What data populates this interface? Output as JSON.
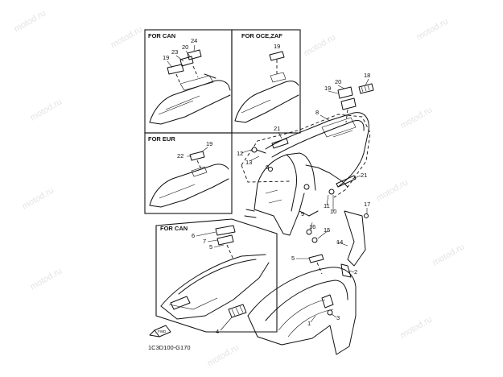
{
  "watermark": "motod.ru",
  "panels": {
    "can_top": "FOR CAN",
    "oce_zaf": "FOR OCE,ZAF",
    "eur": "FOR EUR",
    "can_bottom": "FOR CAN"
  },
  "part_numbers": [
    "1",
    "2",
    "3",
    "4",
    "5",
    "6",
    "7",
    "8",
    "9",
    "10",
    "11",
    "12",
    "13",
    "14",
    "15",
    "16",
    "17",
    "18",
    "19",
    "20",
    "21",
    "22",
    "23",
    "24"
  ],
  "diagram_code": "1C3D100-G170",
  "fwd": "FWD"
}
